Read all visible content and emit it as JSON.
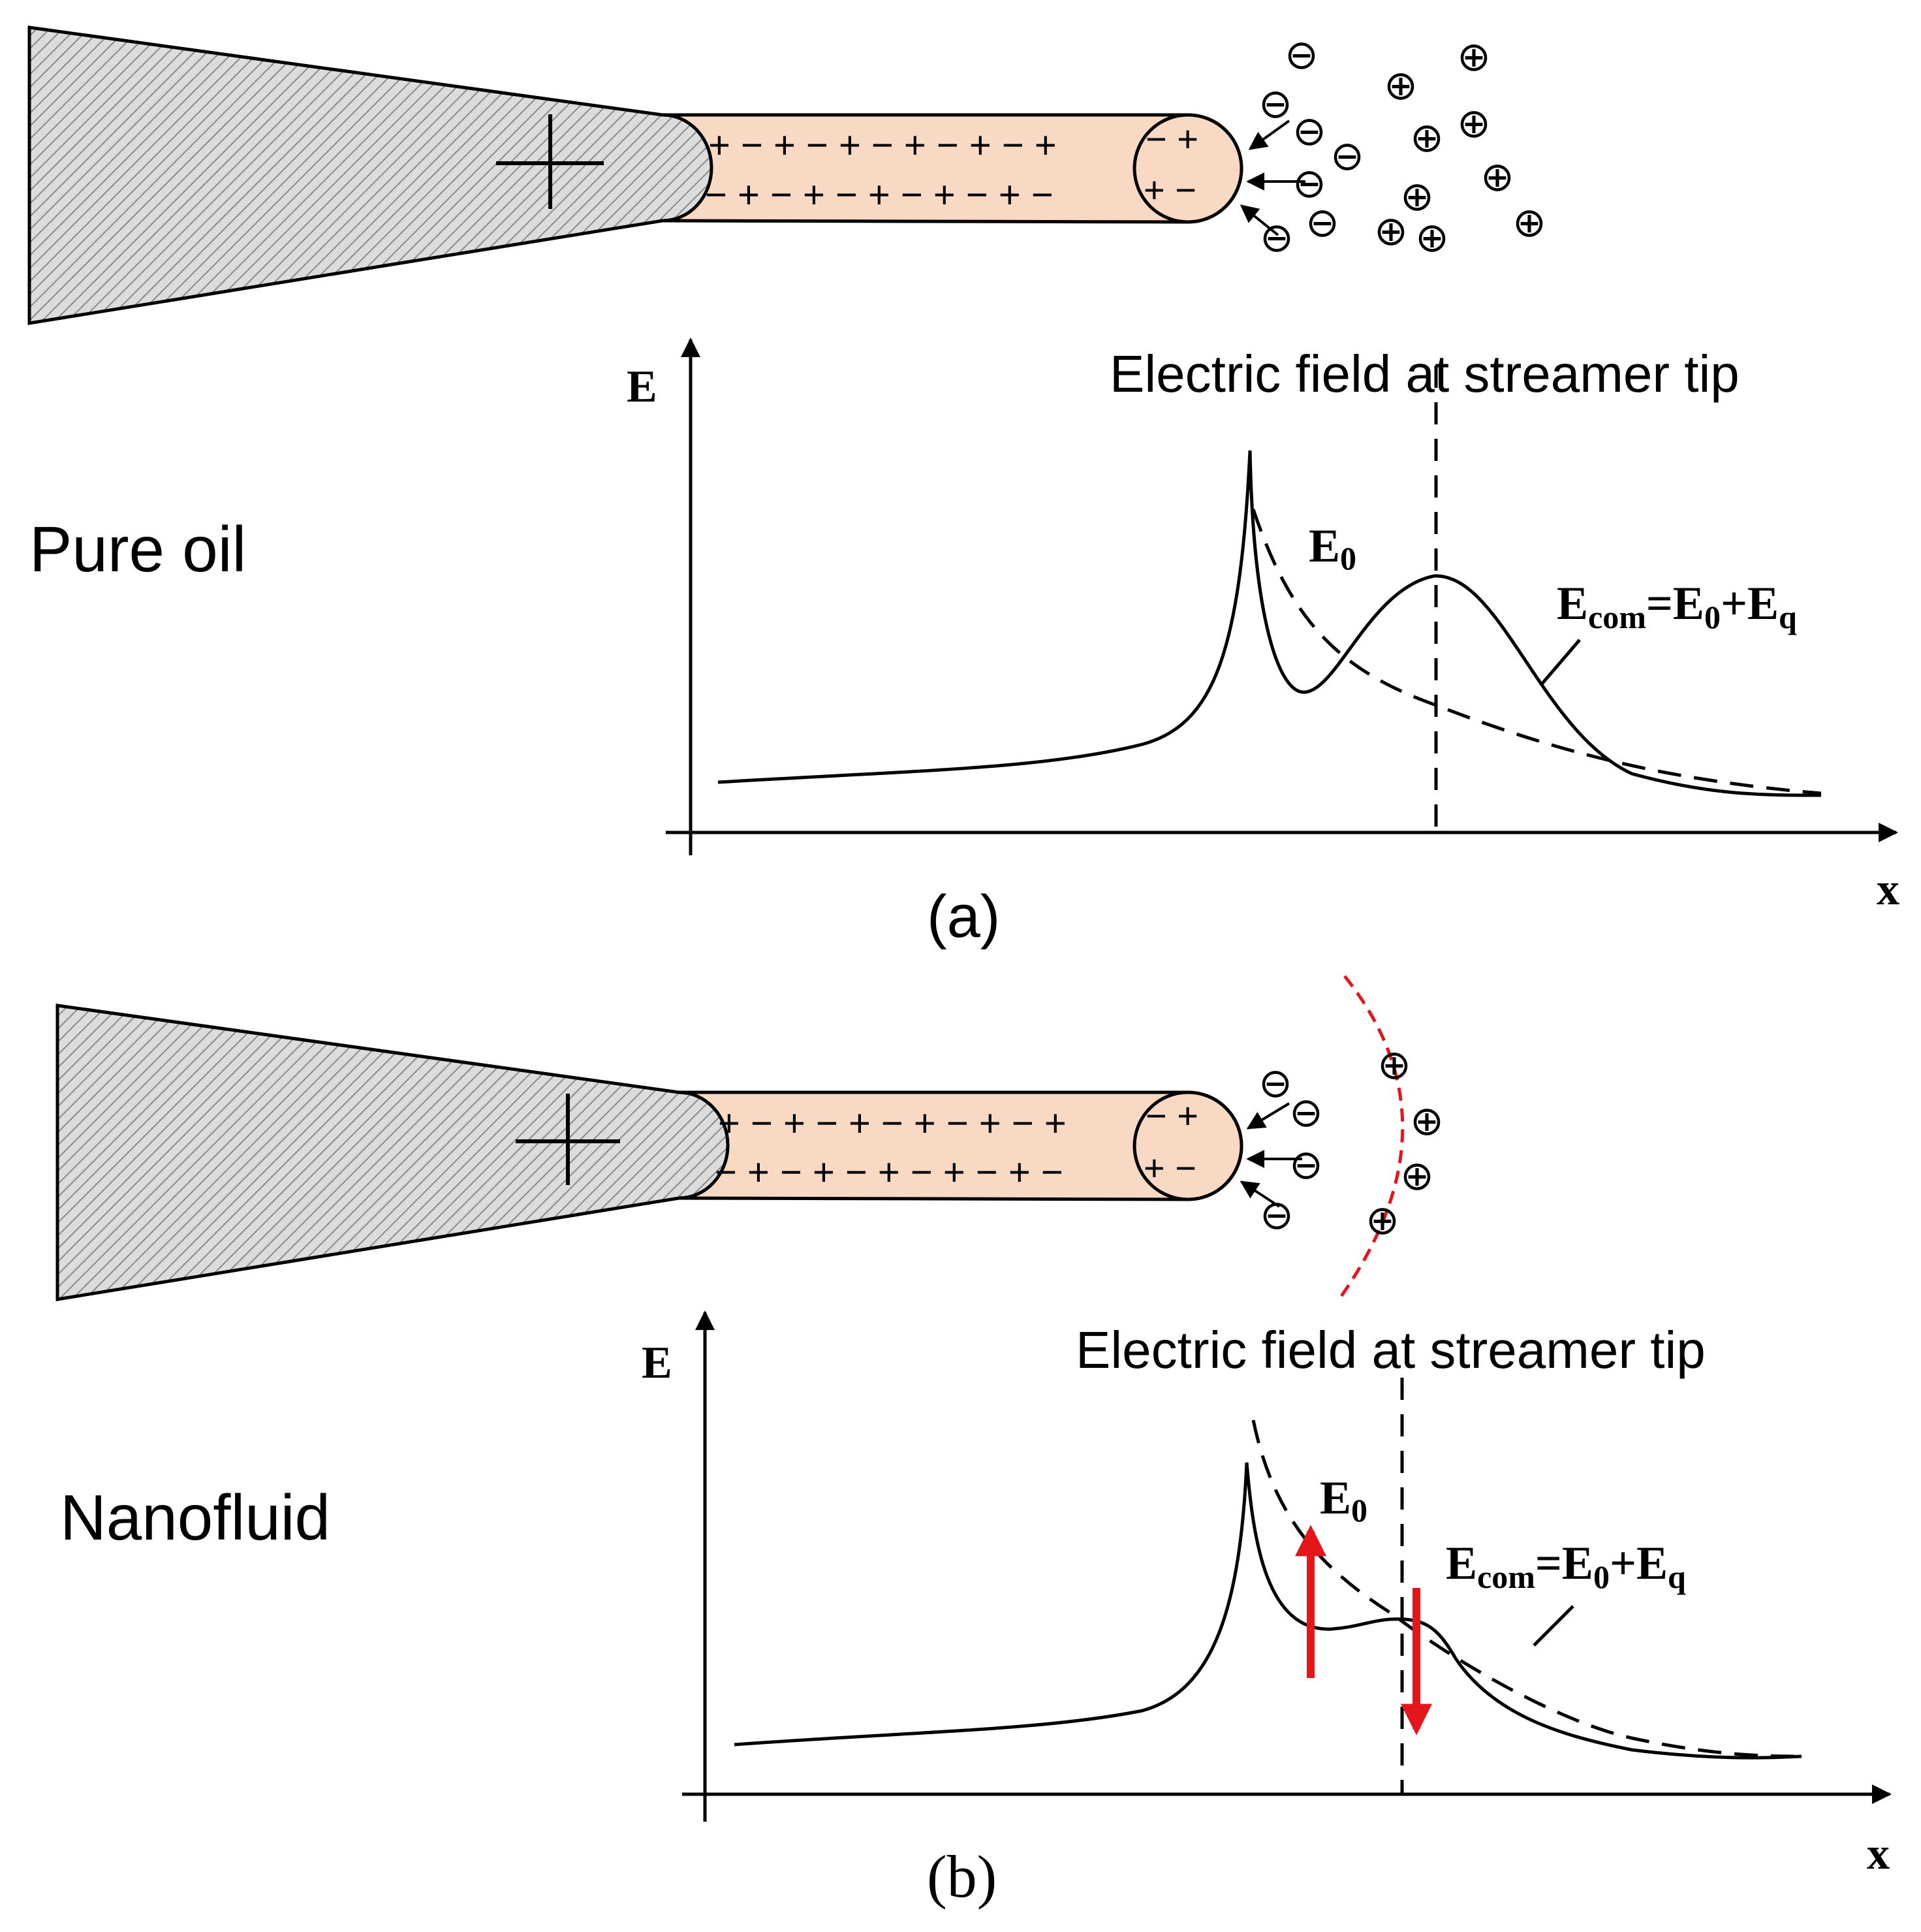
{
  "panels": [
    {
      "caption": "(a)",
      "label": "Pure oil",
      "axis_y_label": "E",
      "axis_x_label": "x",
      "annotation": "Electric field at streamer tip",
      "e0_label": {
        "main": "E",
        "sub": "0"
      },
      "ecom_label": {
        "main": "E",
        "sub": "com",
        "eq": "=E",
        "sub0": "0",
        "plus": "+E",
        "subq": "q"
      },
      "electrode_sign": "+",
      "channel_top_charges": "+ − + − + − + − + − +",
      "channel_bottom_charges": "− + − + − + − + − + −",
      "tip_top_charges": "− +",
      "tip_bottom_charges": "+ −",
      "negative_ion": "⊖",
      "positive_ion": "⊕"
    },
    {
      "caption": "(b)",
      "label": "Nanofluid",
      "axis_y_label": "E",
      "axis_x_label": "x",
      "annotation": "Electric field at streamer tip",
      "e0_label": {
        "main": "E",
        "sub": "0"
      },
      "ecom_label": {
        "main": "E",
        "sub": "com",
        "eq": "=E",
        "sub0": "0",
        "plus": "+E",
        "subq": "q"
      },
      "electrode_sign": "+",
      "channel_top_charges": "+ − + − + − + − + − +",
      "channel_bottom_charges": "− + − + − + − + − + −",
      "tip_top_charges": "− +",
      "tip_bottom_charges": "+ −",
      "negative_ion": "⊖",
      "positive_ion": "⊕"
    }
  ],
  "colors": {
    "electrode_fill": "#d9d9d9",
    "channel_fill": "#f8d9c4",
    "line": "#000000",
    "highlight": "#e4161b"
  }
}
